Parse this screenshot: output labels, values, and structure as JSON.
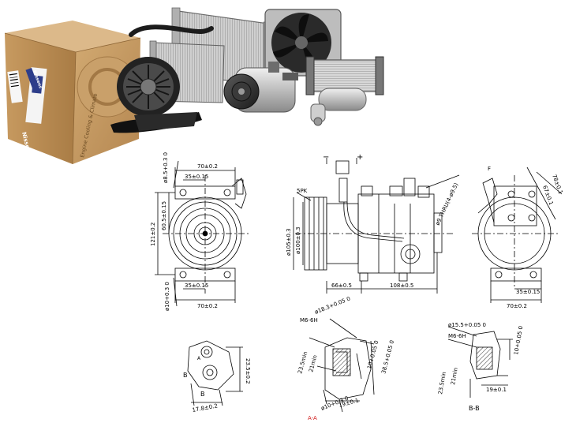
{
  "box": {
    "brand_front": "Nissens",
    "brand_side": "Nissens",
    "tagline": "Engine Cooling & Climate"
  },
  "front_view": {
    "top_width": "70±0.2",
    "top_inner": "35±0.15",
    "top_dia": "ø8.5+0.3 0",
    "left_height": "121±0.2",
    "inner_height": "60.5±0.15",
    "bottom_inner": "35±0.15",
    "bottom_width": "70±0.2",
    "bottom_dia": "ø10+0.3 0"
  },
  "side_view": {
    "minus": "−",
    "plus": "+",
    "belt": "5PK",
    "dia_outer": "ø105±0.3",
    "dia_inner": "ø100±0.3",
    "length_a": "66±0.5",
    "length_b": "108±0.5",
    "thru_hole": "ø9 THRU(4-ø9.5)"
  },
  "rear_view": {
    "label_f": "F",
    "dim_a": "78±0.1",
    "dim_b": "67±0.1",
    "bottom_inner": "35±0.15",
    "bottom_width": "70±0.2"
  },
  "detail_b_view": {
    "label_a": "A",
    "label_b": "B",
    "label_b2": "B",
    "dim_height": "23.5±0.2",
    "dim_width": "17.8±0.2"
  },
  "section_aa": {
    "thread": "M6-6H",
    "dia_top": "ø18.3+0.05 0",
    "dim_a": "23.5min",
    "dim_b": "21min",
    "dim_c": "10+0.05 0",
    "dim_d": "38.5+0.05 0",
    "dia_bottom": "ø10+0.3 0",
    "dim_e": "19±0.1",
    "caption": "A-A"
  },
  "section_bb": {
    "dia_top": "ø15.5+0.05 0",
    "thread": "M6-6H",
    "dim_a": "23.5min",
    "dim_b": "21min",
    "dim_c": "10+0.05 0",
    "dim_d": "19±0.1",
    "caption": "B-B"
  }
}
